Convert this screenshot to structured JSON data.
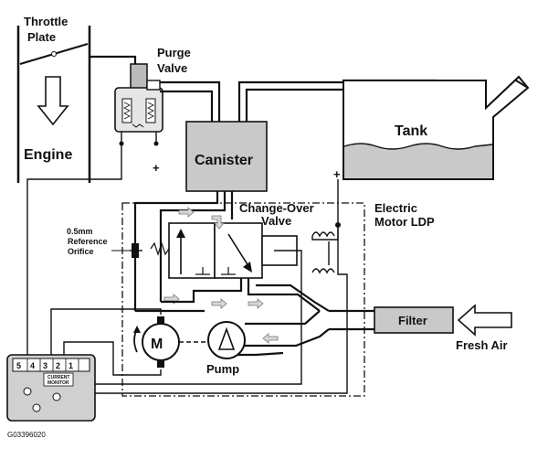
{
  "labels": {
    "throttle_plate": [
      "Throttle",
      "Plate"
    ],
    "purge_valve": [
      "Purge",
      "Valve"
    ],
    "engine": "Engine",
    "canister": "Canister",
    "tank": "Tank",
    "change_over_valve": [
      "Change-Over",
      "Valve"
    ],
    "electric_motor_ldp": [
      "Electric",
      "Motor LDP"
    ],
    "reference_orifice": [
      "0.5mm",
      "Reference",
      "Orifice"
    ],
    "filter": "Filter",
    "fresh_air": "Fresh Air",
    "pump": "Pump",
    "motor": "M",
    "plus": "+",
    "connector_pins": [
      "5",
      "4",
      "3",
      "2",
      "1"
    ],
    "current_monitor": [
      "CURRENT",
      "MONITOR"
    ],
    "figure_id": "G03396020"
  }
}
